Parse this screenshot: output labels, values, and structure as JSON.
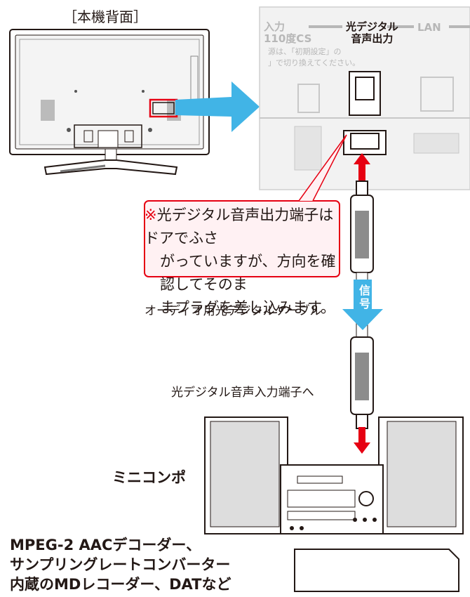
{
  "tv": {
    "title": "［本機背面］"
  },
  "panel": {
    "label_a": [
      "入力",
      "110度CS"
    ],
    "label_b": [
      "光デジタル",
      "音声出力"
    ],
    "label_c": "LAN",
    "note": [
      "源は、「初期設定」の",
      "」で切り換えてください。"
    ]
  },
  "callout": {
    "mark": "※",
    "lines": [
      "光デジタル音声出力端子はドアでふさ",
      "がっていますが、方向を確認してそのま",
      "まプラグを差し込みます。"
    ]
  },
  "cable": {
    "label": "オーディオ用光デジタルケーブル"
  },
  "signal": {
    "chars": [
      "信",
      "号"
    ]
  },
  "input": {
    "label": "光デジタル音声入力端子へ"
  },
  "stereo": {
    "label": "ミニコンポ"
  },
  "device": {
    "lines": [
      "MPEG-2 AACデコーダー、",
      "サンプリングレートコンバーター",
      "内蔵のMDレコーダー、DATなど"
    ]
  },
  "colors": {
    "red": "#e60012",
    "blue": "#41b4e6",
    "callout_bg": "#fff1f3",
    "panel": "#f2f2f2",
    "gray": "#b7b7b7"
  }
}
